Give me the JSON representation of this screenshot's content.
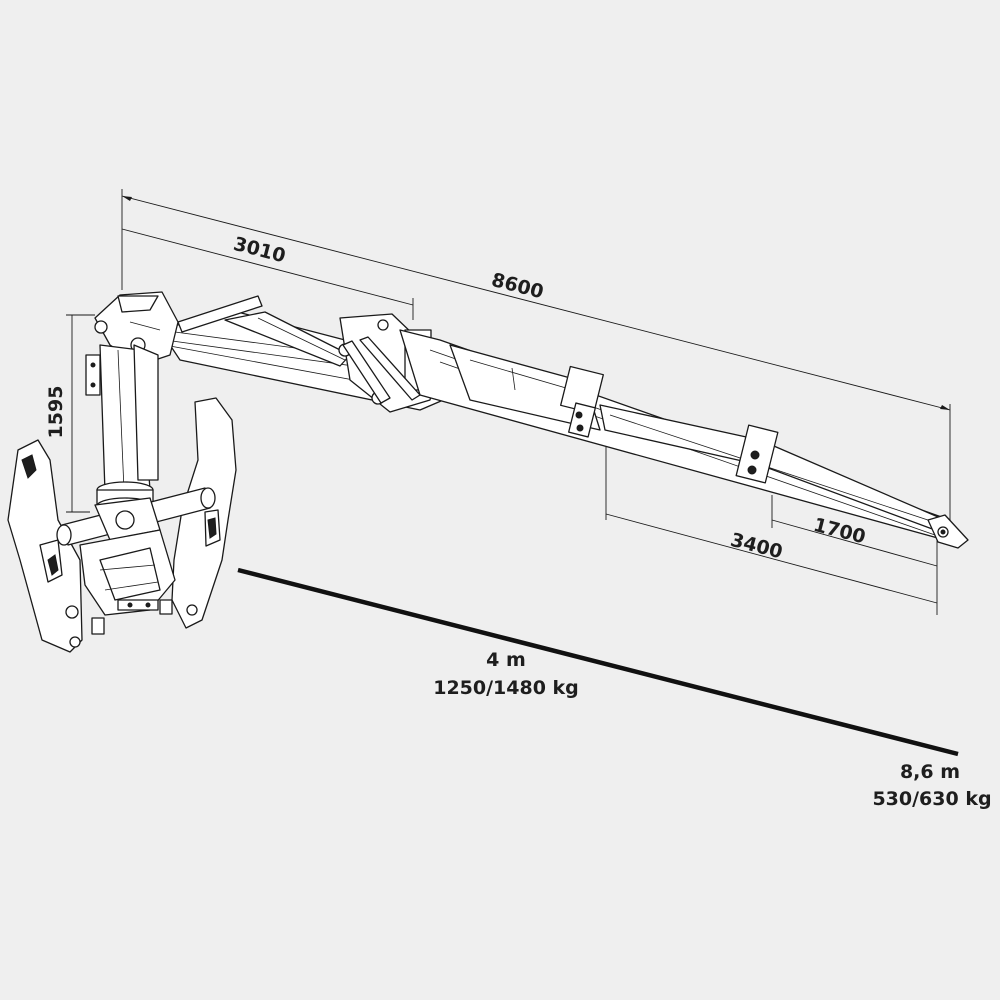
{
  "dimensions": {
    "total_reach": "8600",
    "main_boom": "3010",
    "column_height": "1595",
    "extension_total": "3400",
    "extension_tip": "1700"
  },
  "reach_short": {
    "reach": "4 m",
    "weight": "1250/1480 kg"
  },
  "reach_long": {
    "reach": "8,6 m",
    "weight": "530/630 kg"
  }
}
